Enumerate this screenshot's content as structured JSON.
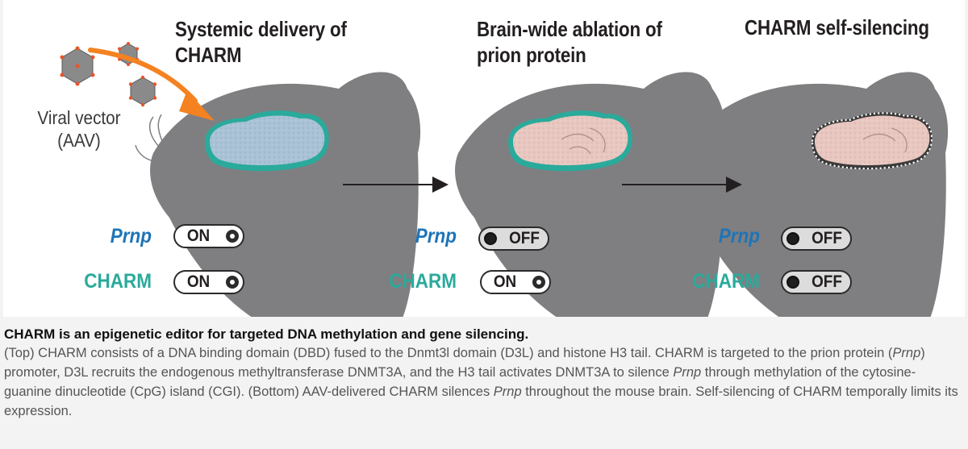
{
  "figure": {
    "panels": [
      {
        "title": "Systemic delivery of\nCHARM",
        "prnp_state": "ON",
        "charm_state": "ON"
      },
      {
        "title": "Brain-wide ablation of\nprion protein",
        "prnp_state": "OFF",
        "charm_state": "ON"
      },
      {
        "title": "CHARM self-silencing",
        "prnp_state": "OFF",
        "charm_state": "OFF"
      }
    ],
    "vector_label": "Viral vector\n(AAV)",
    "row_labels": {
      "prnp": "Prnp",
      "charm": "CHARM"
    },
    "colors": {
      "prnp_label": "#1f74b7",
      "charm_label": "#2aaa9b",
      "mouse_head": "#7f7f81",
      "charm_outline": "#2aaa9b",
      "brain_charm": "#a9c2d6",
      "brain_silenced": "#e8c7c0",
      "aav_arrow": "#f58220",
      "aav_particle": "#8a8a8a",
      "aav_vertex": "#e8542a"
    }
  },
  "caption": {
    "title": "CHARM is an epigenetic editor for targeted DNA methylation and gene silencing.",
    "body_parts": [
      "(Top) CHARM consists of a DNA binding domain (DBD) fused to the Dnmt3l domain (D3L) and histone H3 tail. CHARM is tar­geted to the prion protein (",
      "Prnp",
      ") promoter, D3L recruits the endogenous methyltransferase DNMT3A, and the H3 tail activates DNMT3A to silence ",
      "Prnp",
      " through methylation of the cytosine-guanine dinucleotide (CpG) island (CGI). (Bottom) AAV-delivered CHARM silences ",
      "Prnp",
      " throughout the mouse brain. Self-silencing of CHARM temporally limits its expression."
    ]
  }
}
